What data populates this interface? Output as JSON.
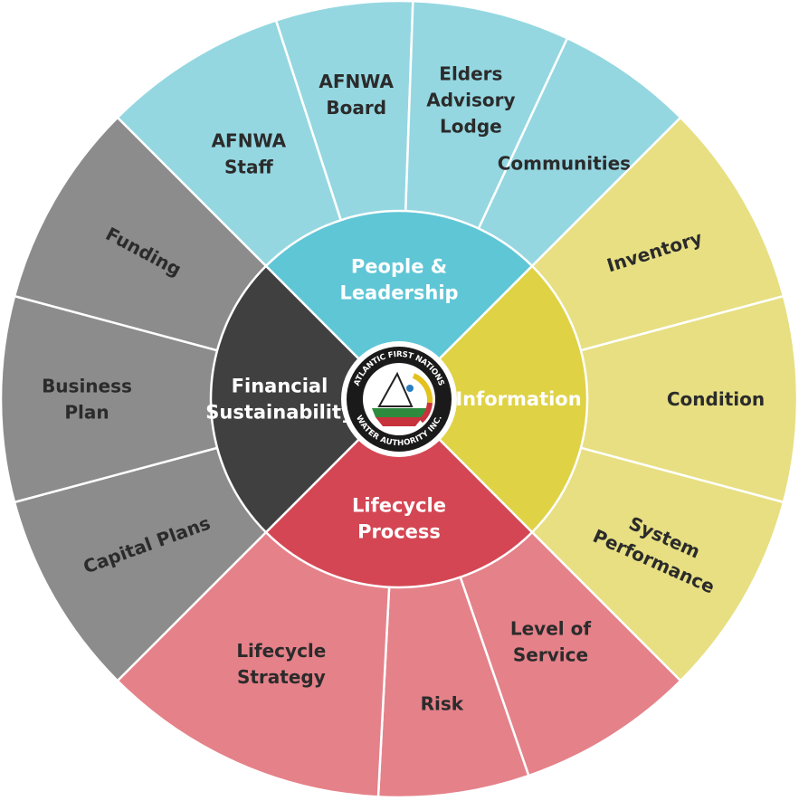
{
  "diagram": {
    "colors": {
      "people_outer": "#94d7e1",
      "people_inner": "#5fc6d6",
      "info_outer": "#e7df82",
      "info_inner": "#dfd245",
      "lifecycle_outer": "#e58189",
      "lifecycle_inner": "#d44653",
      "financial_outer": "#8c8c8c",
      "financial_inner": "#404040",
      "divider": "#ffffff",
      "logo_ring": "#1a1a1a"
    },
    "quadrants": [
      {
        "key": "people",
        "title": [
          "People &",
          "Leadership"
        ],
        "items": [
          [
            "AFNWA",
            "Staff"
          ],
          [
            "AFNWA",
            "Board"
          ],
          [
            "Elders",
            "Advisory",
            "Lodge"
          ],
          [
            "Communities"
          ]
        ]
      },
      {
        "key": "info",
        "title": [
          "Information"
        ],
        "items": [
          [
            "Inventory"
          ],
          [
            "Condition"
          ],
          [
            "System",
            "Performance"
          ]
        ]
      },
      {
        "key": "lifecycle",
        "title": [
          "Lifecycle",
          "Process"
        ],
        "items": [
          [
            "Level of",
            "Service"
          ],
          [
            "Risk"
          ],
          [
            "Lifecycle",
            "Strategy"
          ]
        ]
      },
      {
        "key": "financial",
        "title": [
          "Financial",
          "Sustainability"
        ],
        "items": [
          [
            "Capital Plans"
          ],
          [
            "Business",
            "Plan"
          ],
          [
            "Funding"
          ]
        ]
      }
    ],
    "logo": {
      "top_text": "ATLANTIC FIRST NATIONS",
      "bottom_text": "WATER AUTHORITY INC."
    }
  }
}
